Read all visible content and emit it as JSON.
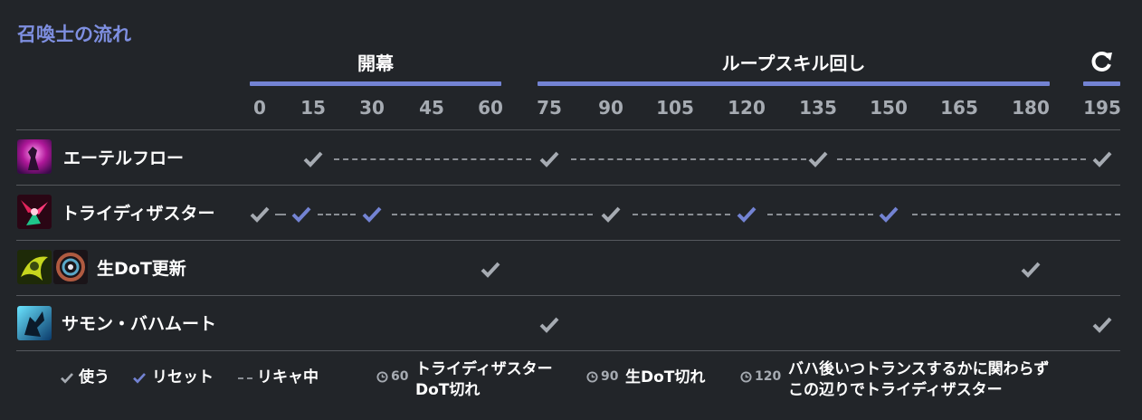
{
  "title": "召喚士の流れ",
  "phases": [
    {
      "label": "開幕"
    },
    {
      "label": "ループスキル回し"
    }
  ],
  "reset_icon": "refresh-icon",
  "timeline_ticks": [
    "0",
    "15",
    "30",
    "45",
    "60",
    "75",
    "90",
    "105",
    "120",
    "135",
    "150",
    "165",
    "180",
    "195"
  ],
  "rows": [
    {
      "label": "エーテルフロー",
      "icons": [
        "aetherflow-icon"
      ]
    },
    {
      "label": "トライディザスター",
      "icons": [
        "tri-disaster-icon"
      ]
    },
    {
      "label": "生DoT更新",
      "icons": [
        "bio-icon",
        "miasma-icon"
      ]
    },
    {
      "label": "サモン・バハムート",
      "icons": [
        "summon-bahamut-icon"
      ]
    }
  ],
  "legend": {
    "use": "使う",
    "reset": "リセット",
    "recast": "リキャ中"
  },
  "notes": [
    {
      "time": "60",
      "text_line1": "トライディザスター",
      "text_line2": "DoT切れ"
    },
    {
      "time": "90",
      "text_line1": "生DoT切れ",
      "text_line2": ""
    },
    {
      "time": "120",
      "text_line1": "バハ後いつトランスするかに関わらず",
      "text_line2": "この辺りでトライディザスター"
    }
  ],
  "colors": {
    "background": "#222529",
    "accent": "#7383d3",
    "title": "#7e8fe0",
    "check_use": "#a6abb2",
    "check_reset": "#7383d3"
  }
}
